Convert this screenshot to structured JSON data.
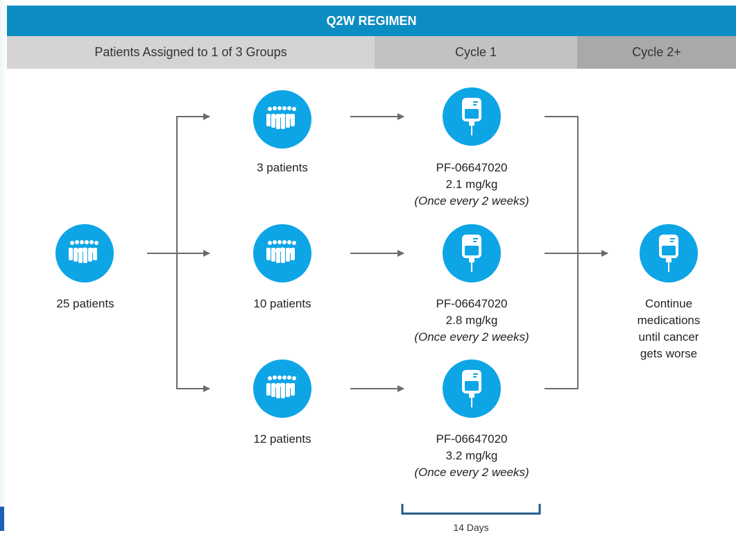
{
  "banner": {
    "title": "Q2W REGIMEN"
  },
  "columns": {
    "groups": "Patients Assigned to 1 of 3 Groups",
    "cycle1": "Cycle 1",
    "cycle2": "Cycle 2+"
  },
  "start": {
    "label": "25 patients",
    "icon": "patients-group-icon"
  },
  "groups": [
    {
      "patients": "3 patients",
      "drug": "PF-06647020",
      "dose": "2.1 mg/kg",
      "frequency": "(Once every 2 weeks)"
    },
    {
      "patients": "10 patients",
      "drug": "PF-06647020",
      "dose": "2.8 mg/kg",
      "frequency": "(Once every 2 weeks)"
    },
    {
      "patients": "12 patients",
      "drug": "PF-06647020",
      "dose": "3.2 mg/kg",
      "frequency": "(Once every 2 weeks)"
    }
  ],
  "continue": {
    "lines": [
      "Continue",
      "medications",
      "until cancer",
      "gets worse"
    ],
    "icon": "iv-bag-icon"
  },
  "duration": {
    "label": "14 Days"
  },
  "colors": {
    "banner": "#0c8dc2",
    "icon_circle": "#0ea5e6",
    "arrow": "#6b6b6b",
    "bracket": "#1e5a8a"
  }
}
